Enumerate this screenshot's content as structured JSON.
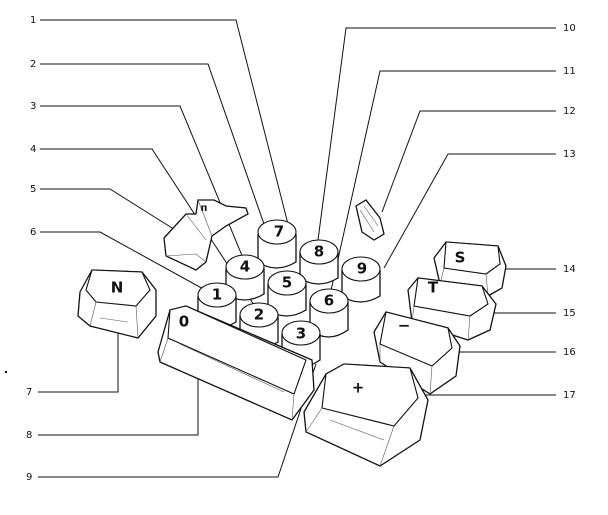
{
  "callouts": {
    "left": [
      "1",
      "2",
      "3",
      "4",
      "5",
      "6",
      "7",
      "8",
      "9"
    ],
    "right": [
      "10",
      "11",
      "12",
      "13",
      "14",
      "15",
      "16",
      "17"
    ]
  },
  "keycaps": {
    "k1": "1",
    "k2": "2",
    "k3": "3",
    "k4": "4",
    "k5": "5",
    "k6": "6",
    "k7": "7",
    "k8": "8",
    "k9": "9",
    "k0": "0",
    "kN": "N",
    "kS": "S",
    "kT": "T",
    "kMinus": "−",
    "kPlus": "+"
  }
}
